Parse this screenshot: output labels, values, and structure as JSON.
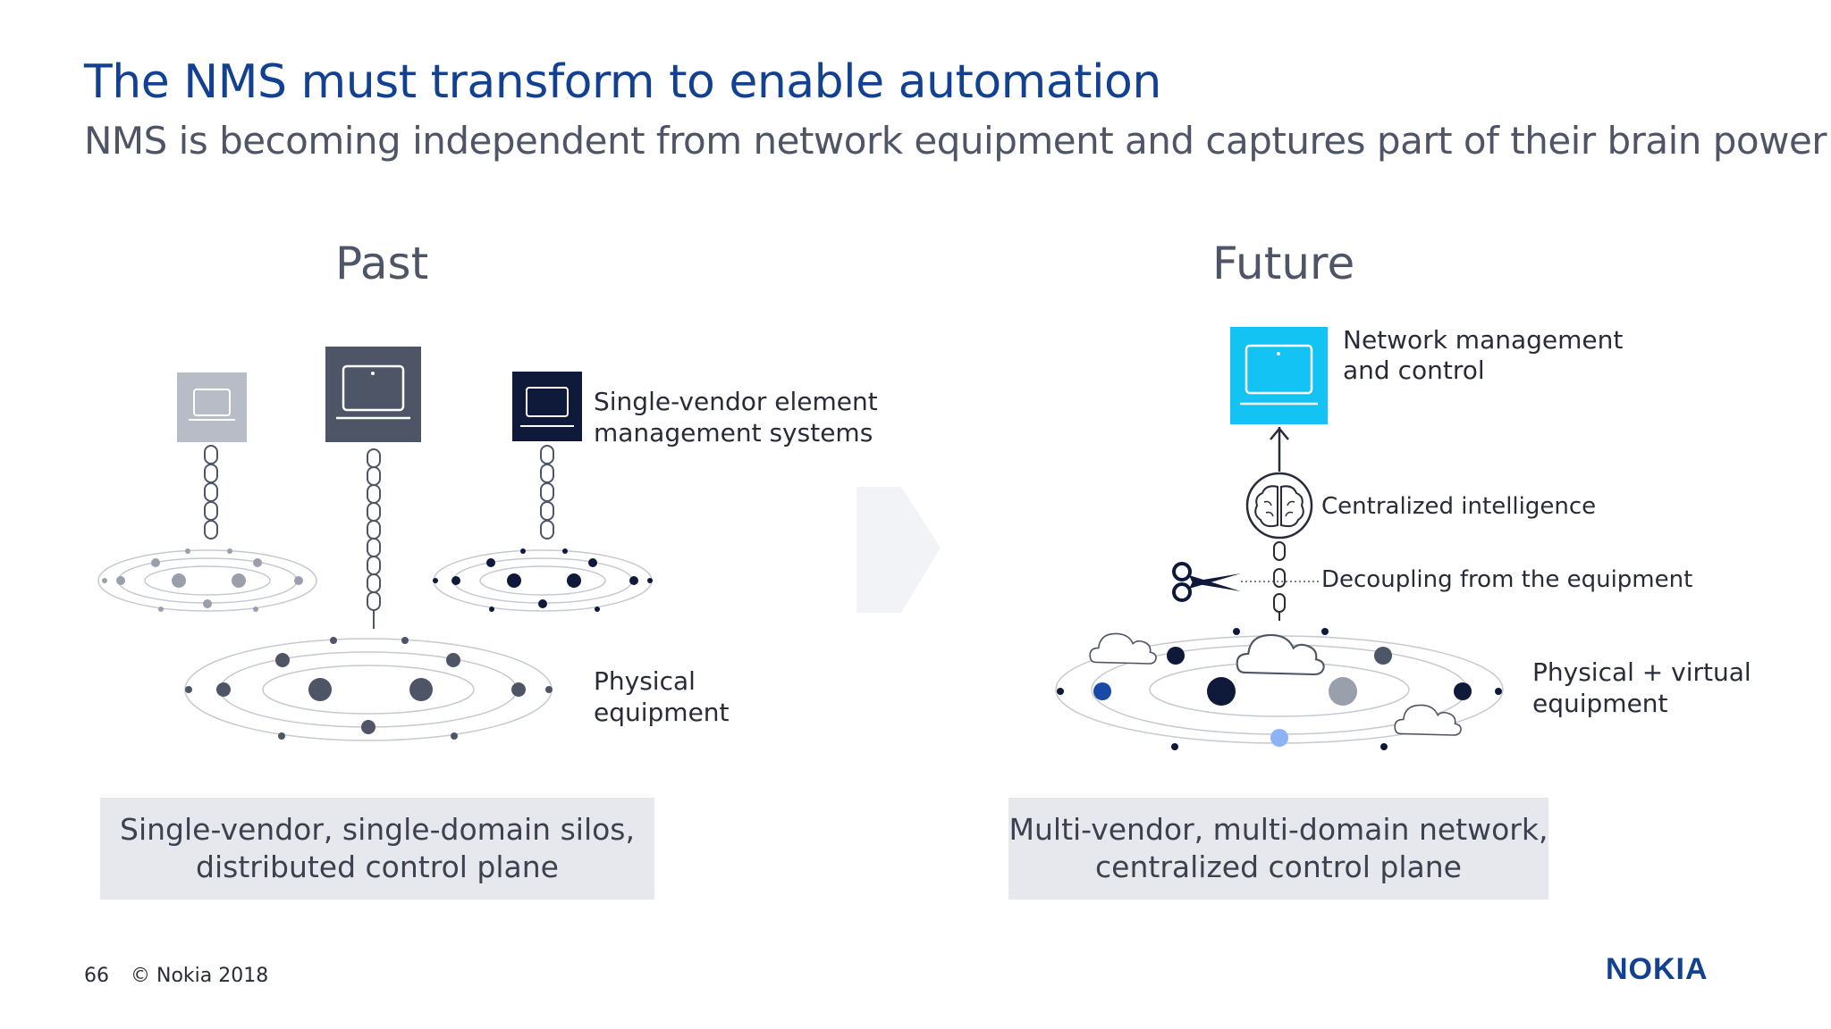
{
  "header": {
    "title": "The NMS must transform to enable automation",
    "subtitle": "NMS is becoming independent from network equipment and captures part of their brain power"
  },
  "past": {
    "heading": "Past",
    "ems_label_line1": "Single-vendor element",
    "ems_label_line2": "management systems",
    "equipment_label_line1": "Physical",
    "equipment_label_line2": "equipment",
    "summary_line1": "Single-vendor, single-domain silos,",
    "summary_line2": "distributed control plane"
  },
  "future": {
    "heading": "Future",
    "nms_label_line1": "Network management",
    "nms_label_line2": "and control",
    "intelligence_label": "Centralized intelligence",
    "decoupling_label": "Decoupling from the equipment",
    "equipment_label_line1": "Physical + virtual",
    "equipment_label_line2": "equipment",
    "summary_line1": "Multi-vendor, multi-domain network,",
    "summary_line2": "centralized control plane"
  },
  "footer": {
    "page_number": "66",
    "copyright": "© Nokia 2018",
    "logo": "NOKIA"
  },
  "colors": {
    "brand_blue": "#124191",
    "light_grey": "#b7bcc6",
    "mid_grey": "#4e5566",
    "navy": "#0f1a3a",
    "cyan": "#12c3f4",
    "summary_bg": "#e6e8ed"
  },
  "icons": {
    "ems_monitor": "laptop-icon",
    "nms_monitor": "laptop-icon",
    "chain": "chain-link-icon",
    "brain": "brain-icon",
    "scissors": "scissors-icon",
    "cloud": "cloud-icon",
    "arrow": "arrow-up-icon",
    "transition": "chevron-right-icon"
  }
}
